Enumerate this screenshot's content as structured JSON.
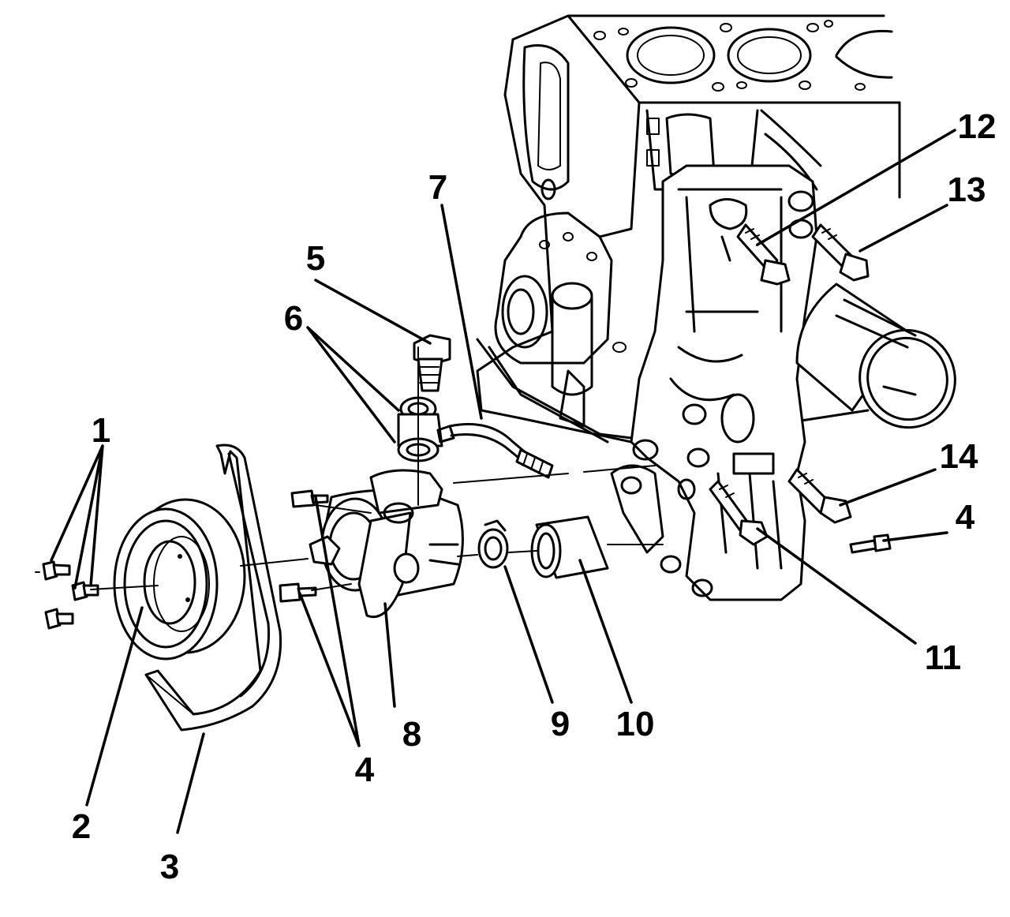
{
  "diagram": {
    "callouts": [
      {
        "id": "c1",
        "label": "1"
      },
      {
        "id": "c2",
        "label": "2"
      },
      {
        "id": "c3",
        "label": "3"
      },
      {
        "id": "c4a",
        "label": "4"
      },
      {
        "id": "c4b",
        "label": "4"
      },
      {
        "id": "c5",
        "label": "5"
      },
      {
        "id": "c6",
        "label": "6"
      },
      {
        "id": "c7",
        "label": "7"
      },
      {
        "id": "c8",
        "label": "8"
      },
      {
        "id": "c9",
        "label": "9"
      },
      {
        "id": "c10",
        "label": "10"
      },
      {
        "id": "c11",
        "label": "11"
      },
      {
        "id": "c12",
        "label": "12"
      },
      {
        "id": "c13",
        "label": "13"
      },
      {
        "id": "c14",
        "label": "14"
      }
    ]
  }
}
